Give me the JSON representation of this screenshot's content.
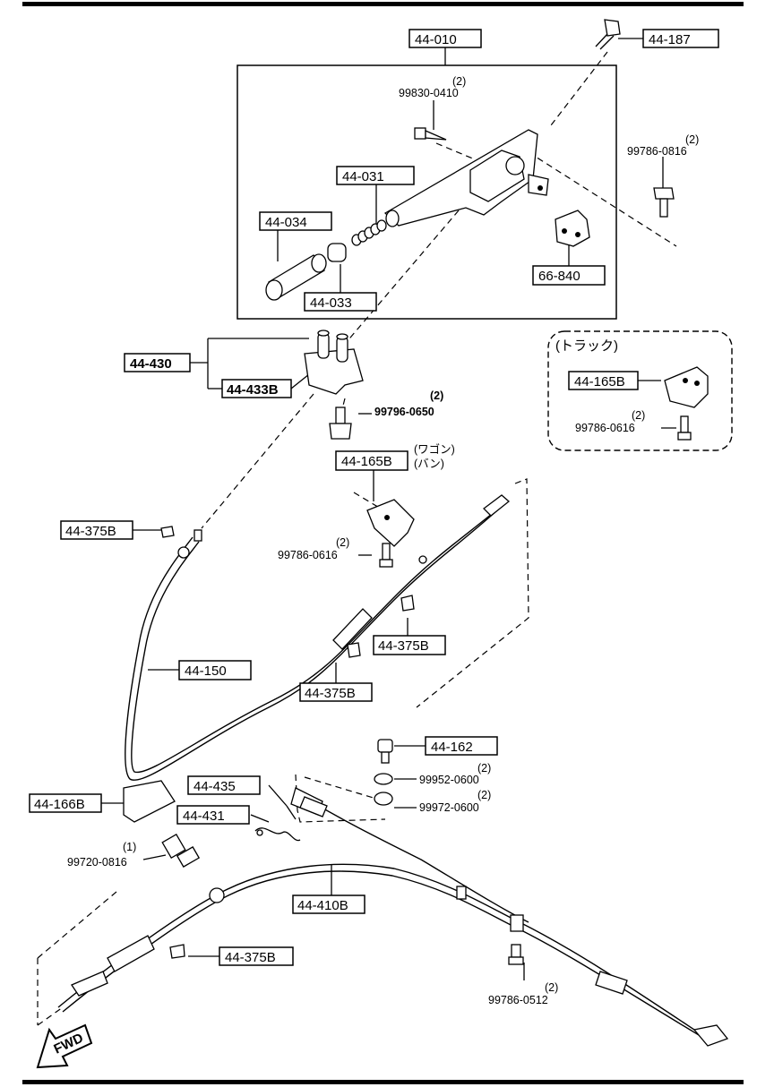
{
  "labels": {
    "l_44_010": "44-010",
    "l_44_187": "44-187",
    "l_44_031": "44-031",
    "l_44_034": "44-034",
    "l_44_033": "44-033",
    "l_66_840": "66-840",
    "l_44_430": "44-430",
    "l_44_433b": "44-433B",
    "l_44_165b_truck": "44-165B",
    "l_44_165b": "44-165B",
    "l_44_375b_a": "44-375B",
    "l_44_375b_b": "44-375B",
    "l_44_375b_c": "44-375B",
    "l_44_375b_d": "44-375B",
    "l_44_150": "44-150",
    "l_44_162": "44-162",
    "l_44_435": "44-435",
    "l_44_166b": "44-166B",
    "l_44_431": "44-431",
    "l_44_410b": "44-410B"
  },
  "part_numbers": {
    "p_99830_0410": "99830-0410",
    "q_99830_0410": "(2)",
    "p_99786_0816": "99786-0816",
    "q_99786_0816": "(2)",
    "p_99796_0650": "99796-0650",
    "q_99796_0650": "(2)",
    "p_99786_0616_truck": "99786-0616",
    "q_99786_0616_truck": "(2)",
    "p_99786_0616": "99786-0616",
    "q_99786_0616": "(2)",
    "p_99952_0600": "99952-0600",
    "q_99952_0600": "(2)",
    "p_99972_0600": "99972-0600",
    "q_99972_0600": "(2)",
    "p_99720_0816": "99720-0816",
    "q_99720_0816": "(1)",
    "p_99786_0512": "99786-0512",
    "q_99786_0512": "(2)"
  },
  "notes": {
    "truck": "(トラック)",
    "wagon": "(ワゴン)",
    "van": "(バン)",
    "fwd": "FWD"
  }
}
